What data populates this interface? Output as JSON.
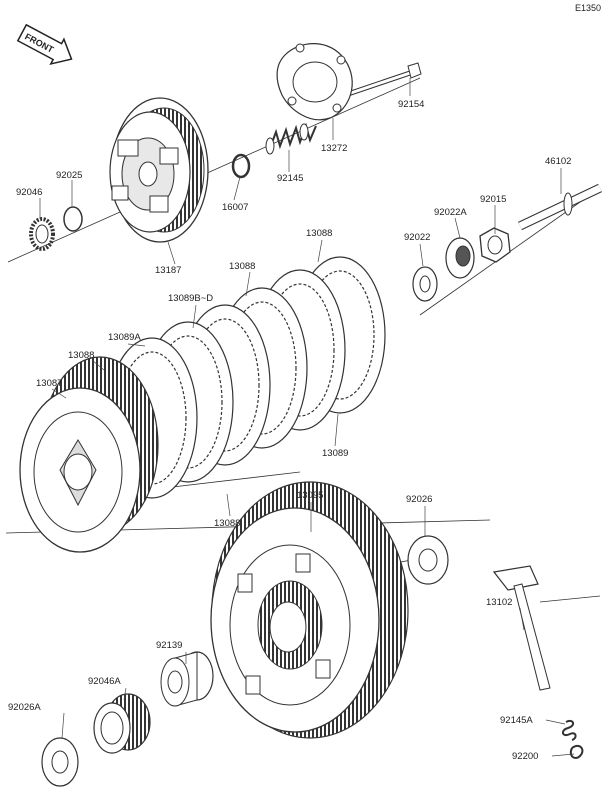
{
  "diagram": {
    "ref_code": "E1350",
    "front_label": "FRONT",
    "parts": [
      {
        "id": "p92154",
        "num": "92154"
      },
      {
        "id": "p13272",
        "num": "13272"
      },
      {
        "id": "p92145",
        "num": "92145"
      },
      {
        "id": "p16007",
        "num": "16007"
      },
      {
        "id": "p92025",
        "num": "92025"
      },
      {
        "id": "p92046",
        "num": "92046"
      },
      {
        "id": "p13187",
        "num": "13187"
      },
      {
        "id": "p46102",
        "num": "46102"
      },
      {
        "id": "p92015",
        "num": "92015"
      },
      {
        "id": "p92022A",
        "num": "92022A"
      },
      {
        "id": "p92022",
        "num": "92022"
      },
      {
        "id": "p13088a",
        "num": "13088"
      },
      {
        "id": "p13088b",
        "num": "13088"
      },
      {
        "id": "p13089BD",
        "num": "13089B~D"
      },
      {
        "id": "p13089A",
        "num": "13089A"
      },
      {
        "id": "p13088c",
        "num": "13088"
      },
      {
        "id": "p13087",
        "num": "13087"
      },
      {
        "id": "p13089",
        "num": "13089"
      },
      {
        "id": "p13088d",
        "num": "13088"
      },
      {
        "id": "p13095",
        "num": "13095"
      },
      {
        "id": "p92026",
        "num": "92026"
      },
      {
        "id": "p92139",
        "num": "92139"
      },
      {
        "id": "p13102",
        "num": "13102"
      },
      {
        "id": "p92046A",
        "num": "92046A"
      },
      {
        "id": "p92026A",
        "num": "92026A"
      },
      {
        "id": "p92145A",
        "num": "92145A"
      },
      {
        "id": "p92200",
        "num": "92200"
      }
    ]
  }
}
